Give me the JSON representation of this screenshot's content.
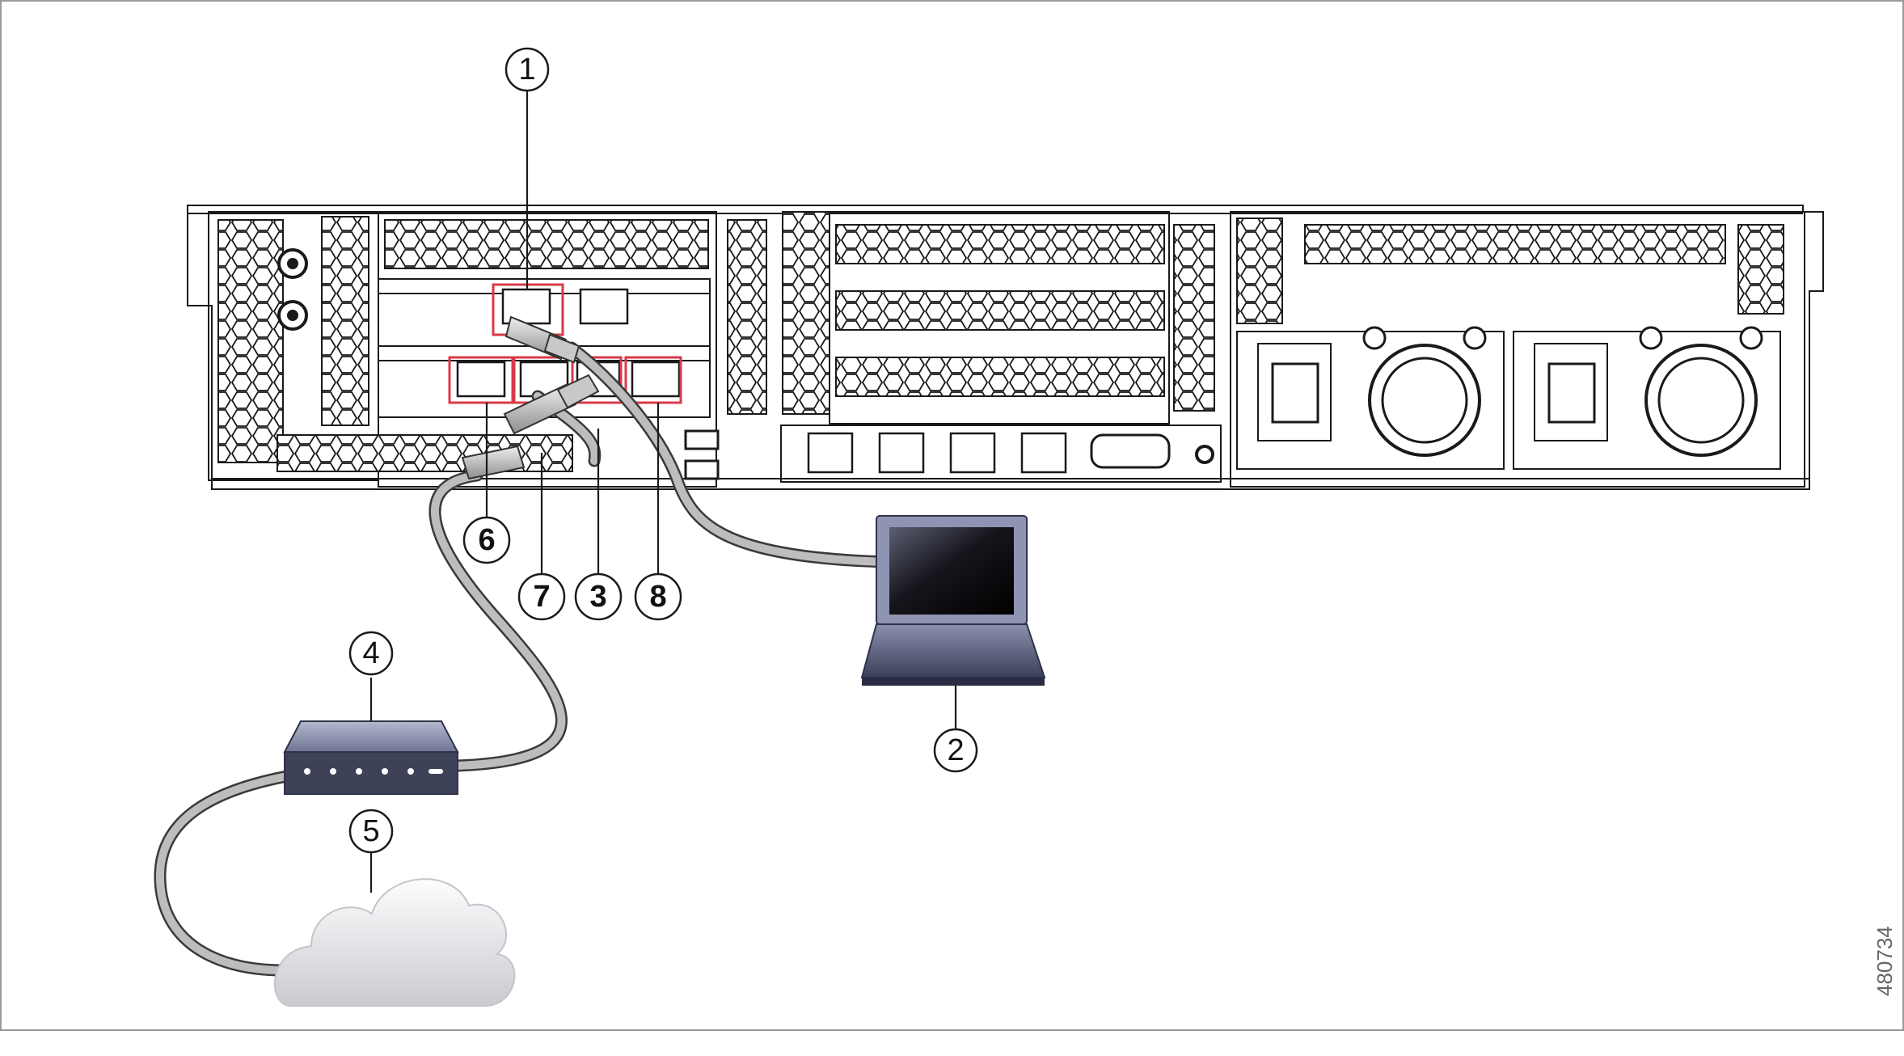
{
  "figure": {
    "id_label": "480734"
  },
  "callouts": [
    {
      "id": "c1",
      "label": "1",
      "bold": false
    },
    {
      "id": "c2",
      "label": "2",
      "bold": false
    },
    {
      "id": "c3",
      "label": "3",
      "bold": true
    },
    {
      "id": "c4",
      "label": "4",
      "bold": false
    },
    {
      "id": "c5",
      "label": "5",
      "bold": false
    },
    {
      "id": "c6",
      "label": "6",
      "bold": true
    },
    {
      "id": "c7",
      "label": "7",
      "bold": true
    },
    {
      "id": "c8",
      "label": "8",
      "bold": true
    }
  ],
  "colors": {
    "port_highlight": "#d83a4a",
    "cable": "#bdbdbd",
    "laptop_screen": "#1c1c24",
    "device_body": "#3d4258",
    "cloud": "#e4e6ea"
  }
}
